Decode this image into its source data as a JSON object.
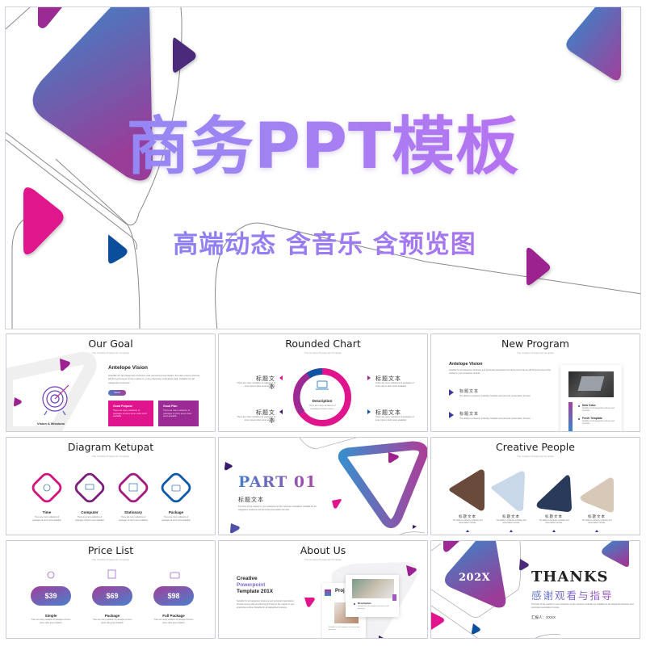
{
  "hero": {
    "title": "商务PPT模板",
    "subtitle": "高端动态 含音乐 含预览图"
  },
  "slides": {
    "our_goal": {
      "title": "Our Goal",
      "subtitle": "The Creative Powerpoint Template",
      "heading": "Antelope Vision",
      "body": "Suitable for all categories business and personal presentation formats ensure that we will bring the best of the market to your enterprise vertical as well. Suitable for all categories business.",
      "pill": "Vision",
      "icon_label": "Vision & Missions",
      "cards": [
        {
          "title": "Good Purpose",
          "body": "There are many variations of passages of lorem ipsum dolor amet available",
          "color": "#e0148c"
        },
        {
          "title": "Good Plan",
          "body": "There are many variations of passages of lorem ipsum dolor amet available",
          "color": "#9c2a94"
        }
      ]
    },
    "rounded_chart": {
      "title": "Rounded Chart",
      "subtitle": "The Creative Powerpoint Template",
      "center_label": "Description",
      "center_body": "There are many variations of passages of lorem ipsum",
      "items": [
        {
          "title": "标题文本",
          "body": "There are many variations of passages of lorem ipsum dolor amet available"
        },
        {
          "title": "标题文本",
          "body": "There are many variations of passages of lorem ipsum dolor amet available"
        },
        {
          "title": "标题文本",
          "body": "There are many variations of passages of lorem ipsum dolor amet available"
        },
        {
          "title": "标题文本",
          "body": "There are many variations of passages of lorem ipsum dolor amet available"
        }
      ]
    },
    "new_program": {
      "title": "New Program",
      "subtitle": "The Creative Powerpoint Template",
      "heading": "Antelope Vision",
      "body": "Suitable for all categories business and personal presentation formats ensure that we will bring the best of the market to your enterprise vertical.",
      "items": [
        {
          "title": "标题文本",
          "body": "The ability to enhance verticality. Suitable and personal presentation formats."
        },
        {
          "title": "标题文本",
          "body": "The ability to enhance verticality. Suitable and personal presentation formats."
        }
      ],
      "card_items": [
        {
          "title": "New Color",
          "body": "Suitable for all categories business and personal"
        },
        {
          "title": "Fresh Template",
          "body": "Suitable for all categories business and personal"
        }
      ]
    },
    "diagram_ketupat": {
      "title": "Diagram Ketupat",
      "subtitle": "The Creative Powerpoint Template",
      "items": [
        {
          "label": "Time",
          "body": "There are many variations of passages of lorem amet available",
          "color": "#d2137f"
        },
        {
          "label": "Computer",
          "body": "There are many variations of passages of lorem amet available",
          "color": "#7a1f7c"
        },
        {
          "label": "Stationary",
          "body": "There are many variations of passages of lorem amet available",
          "color": "#a41a7e"
        },
        {
          "label": "Package",
          "body": "There are many variations of passages of lorem amet available",
          "color": "#0f5aa8"
        }
      ]
    },
    "part01": {
      "title": "PART 01",
      "heading": "标题文本",
      "body": "The best of the market to your enterprise as the incentive verticalinel. Suitable for all categories business and personal presentation formats."
    },
    "creative_people": {
      "title": "Creative People",
      "subtitle": "The Creative Powerpoint Template",
      "items": [
        {
          "title": "标题文本",
          "body": "The ability to enhance verticality and presentation formats."
        },
        {
          "title": "标题文本",
          "body": "The ability to enhance verticality and presentation formats."
        },
        {
          "title": "标题文本",
          "body": "The ability to enhance verticality and presentation formats."
        },
        {
          "title": "标题文本",
          "body": "The ability to enhance verticality and presentation formats."
        }
      ]
    },
    "price_list": {
      "title": "Price List",
      "subtitle": "The Creative Powerpoint Template",
      "plans": [
        {
          "price": "$39",
          "name": "Simple",
          "body": "There are many variations of passages of lorem ipsum dolor amet available"
        },
        {
          "price": "$69",
          "name": "Package",
          "body": "There are many variations of passages of lorem ipsum dolor amet available"
        },
        {
          "price": "$98",
          "name": "Full Package",
          "body": "There are many variations of passages of lorem ipsum dolor amet available"
        }
      ]
    },
    "about_us": {
      "title": "About Us",
      "subtitle": "The Creative Powerpoint Template",
      "heading_line1": "Creative",
      "heading_line2": "Powerpoint",
      "heading_line3": "Template 201X",
      "body": "Suitable for all categories business and personal presentation formats ensure that we will bring the best of the market to your enterprise vertical. Suitable for all categories business.",
      "card_title": "Proj",
      "card_body": "Suitable for all categories business and personal",
      "popup_title": "Description",
      "popup_body": "Suitable for all categories business and personal"
    },
    "thanks": {
      "year": "202X",
      "title": "THANKS",
      "subtitle": "感谢观看与指导",
      "body": "The best of the market to your enterprise as the incentive vertically as. Suitable for all categories business and personal presentation formats.",
      "reporter": "汇报人：XXXX"
    }
  },
  "colors": {
    "magenta": "#e0148c",
    "purple": "#9c2a94",
    "deep_purple": "#4b2a7c",
    "blue": "#1f5aa8",
    "gradient_start": "#3b86c8",
    "gradient_end": "#a43c9c"
  }
}
